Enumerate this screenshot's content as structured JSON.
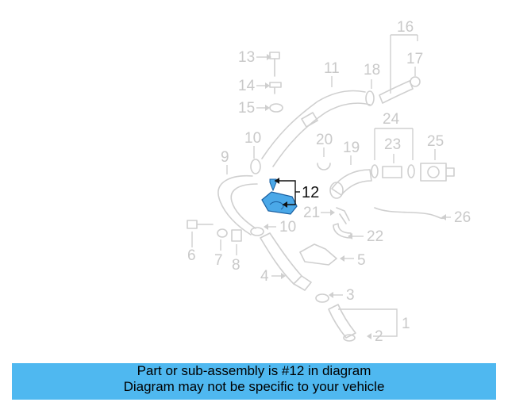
{
  "callouts": {
    "c1": "1",
    "c2": "2",
    "c3": "3",
    "c4": "4",
    "c5": "5",
    "c6": "6",
    "c7": "7",
    "c8": "8",
    "c9": "9",
    "c10a": "10",
    "c10b": "10",
    "c11": "11",
    "c12": "12",
    "c13": "13",
    "c14": "14",
    "c15": "15",
    "c16": "16",
    "c17": "17",
    "c18": "18",
    "c19": "19",
    "c20": "20",
    "c21": "21",
    "c22": "22",
    "c23": "23",
    "c24": "24",
    "c25": "25",
    "c26": "26"
  },
  "highlighted_part": "12",
  "colors": {
    "highlight": "#4aa8e8",
    "banner": "#4fb8f0",
    "muted": "#cfcfcf"
  },
  "banner": {
    "line1": "Part or sub-assembly is #12 in diagram",
    "line2": "Diagram may not be specific to your vehicle"
  }
}
